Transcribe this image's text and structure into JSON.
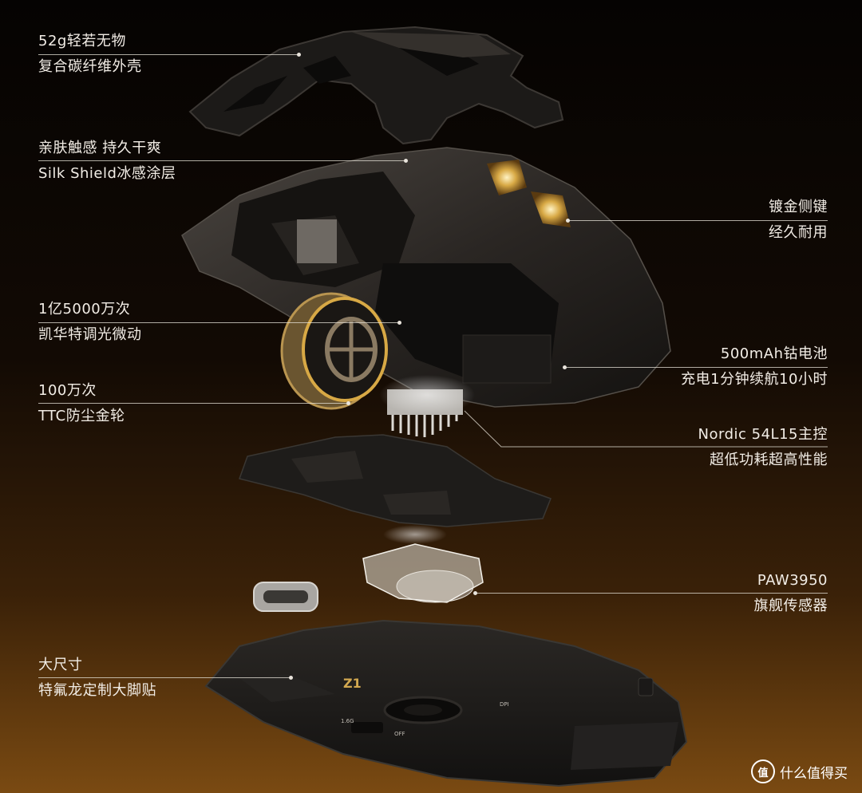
{
  "callouts": [
    {
      "line1": "52g轻若无物",
      "line2": "复合碳纤维外壳"
    },
    {
      "line1": "亲肤触感 持久干爽",
      "line2": "Silk Shield冰感涂层"
    },
    {
      "line1": "镀金侧键",
      "line2": "经久耐用"
    },
    {
      "line1": "1亿5000万次",
      "line2": "凯华特调光微动"
    },
    {
      "line1": "500mAh钴电池",
      "line2": "充电1分钟续航10小时"
    },
    {
      "line1": "100万次",
      "line2": "TTC防尘金轮"
    },
    {
      "line1": "Nordic 54L15主控",
      "line2": "超低功耗超高性能"
    },
    {
      "line1": "PAW3950",
      "line2": "旗舰传感器"
    },
    {
      "line1": "大尺寸",
      "line2": "特氟龙定制大脚贴"
    }
  ],
  "base_plate": {
    "logo": "Z1",
    "switch_labels": [
      "1.6G",
      "OFF"
    ],
    "dpi_label": "DPI"
  },
  "watermark": {
    "icon_glyph": "值",
    "text": "什么值得买"
  },
  "colors": {
    "gold": "#d8a945",
    "shell": "#2a2623",
    "background_bottom": "#7a4a12"
  }
}
